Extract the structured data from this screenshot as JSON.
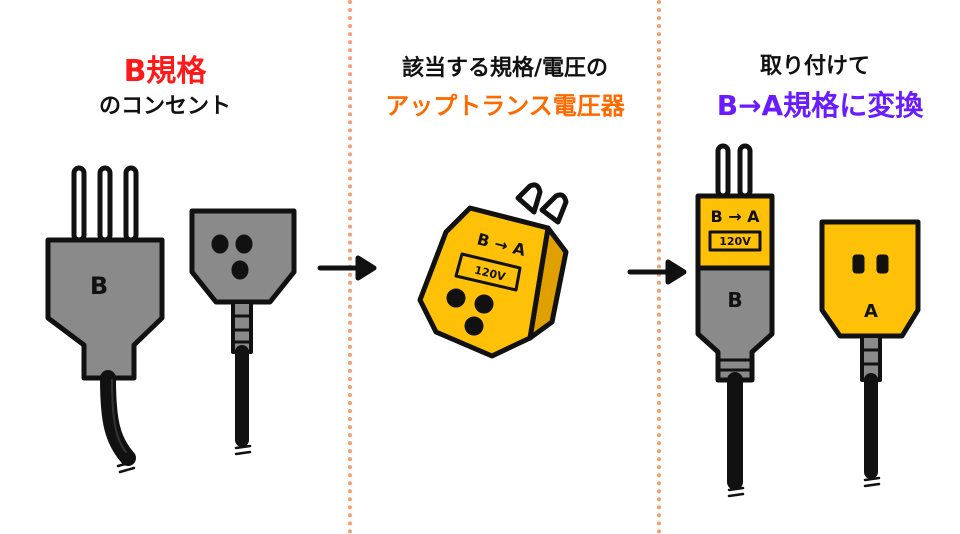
{
  "panel1": {
    "title_colored": "B規格",
    "title_sub": "のコンセント",
    "plug_label": "B"
  },
  "panel2": {
    "title_line1": "該当する規格/電圧の",
    "title_line2": "アップトランス電圧器",
    "adapter_label": "B → A",
    "voltage_label": "120V"
  },
  "panel3": {
    "title_line1": "取り付けて",
    "title_line2": "B→A規格に変換",
    "adapter_label": "B → A",
    "voltage_label": "120V",
    "plug_label": "B",
    "socket_label": "A"
  },
  "colors": {
    "plug_gray": "#8a8a8a",
    "adapter_yellow": "#ffc107",
    "outline": "#111111",
    "divider": "#f0a070",
    "red": "#ff1a1a",
    "orange": "#ff6a00",
    "purple": "#6a1bff"
  }
}
